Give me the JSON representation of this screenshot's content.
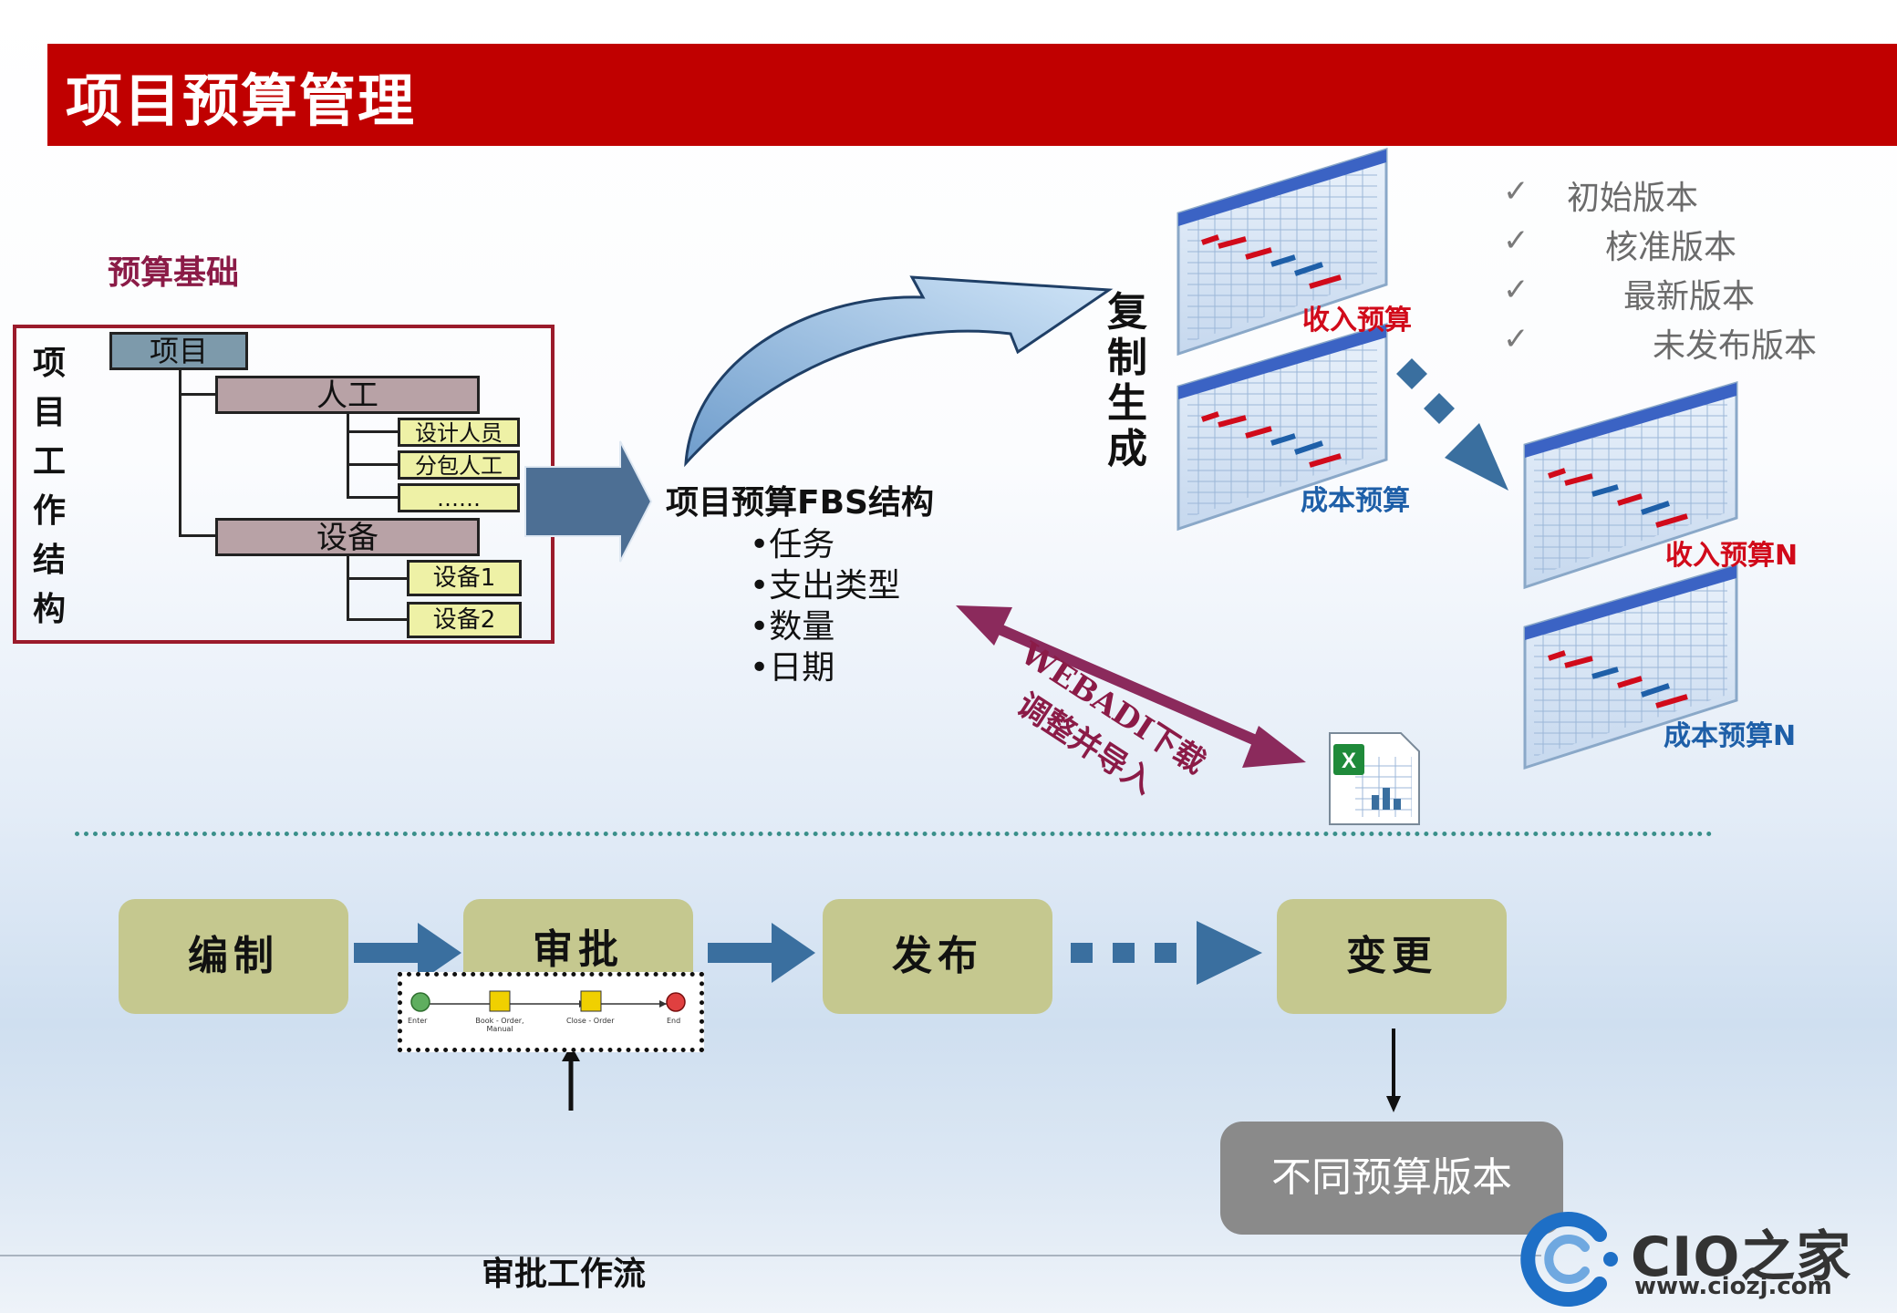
{
  "header": {
    "title": "项目预算管理"
  },
  "wbs": {
    "basis_label": "预算基础",
    "vertical_label": [
      "项",
      "目",
      "工",
      "作",
      "结",
      "构"
    ],
    "root": "项目",
    "labor": "人工",
    "labor_items": [
      "设计人员",
      "分包人工",
      "……"
    ],
    "equipment": "设备",
    "equipment_items": [
      "设备1",
      "设备2"
    ]
  },
  "fbs": {
    "title": "项目预算FBS结构",
    "items": [
      "•任务",
      "•支出类型",
      "•数量",
      "•日期"
    ]
  },
  "copy_label": [
    "复",
    "制",
    "生",
    "成"
  ],
  "sheets": {
    "revenue": "收入预算",
    "cost": "成本预算",
    "revenue_n": "收入预算N",
    "cost_n": "成本预算N"
  },
  "versions": {
    "check_glyph": "✓",
    "items": [
      "初始版本",
      "核准版本",
      "最新版本",
      "未发布版本"
    ]
  },
  "webadi": {
    "line1": "WEBADI下载",
    "line2": "调整并导入"
  },
  "process": {
    "steps": [
      "编制",
      "审批",
      "发布",
      "变更"
    ],
    "workflow_nodes": [
      "Enter",
      "Book - Order, Manual",
      "Close - Order",
      "End"
    ],
    "workflow_label": "审批工作流",
    "versions_box": "不同预算版本"
  },
  "logo": {
    "name": "CIO之家",
    "url": "www.ciozj.com"
  },
  "colors": {
    "header_red": "#c00000",
    "accent_maroon": "#8b1b47",
    "process_olive": "#c5c88f",
    "arrow_blue": "#3a6f9f",
    "versions_gray": "#8a8a8a"
  }
}
